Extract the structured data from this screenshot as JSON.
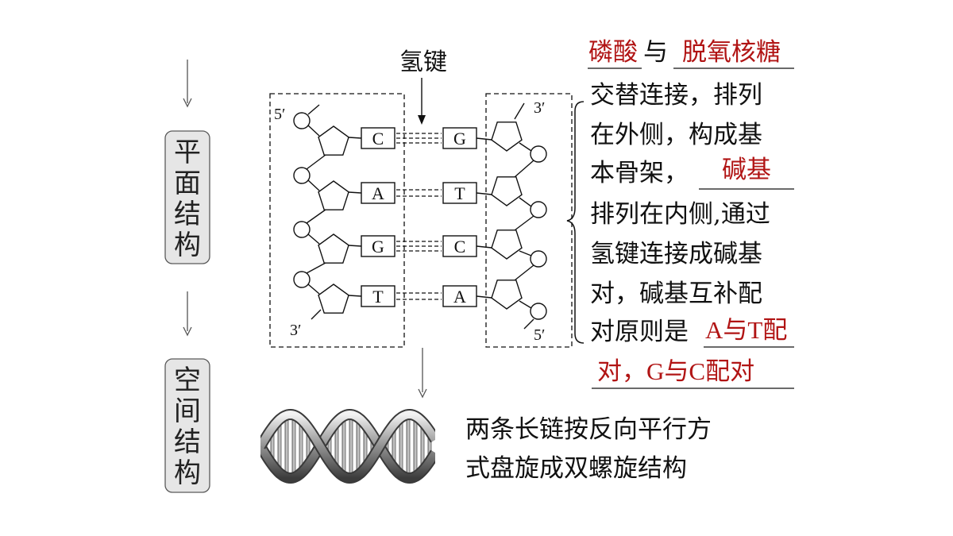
{
  "left_labels": {
    "planar": [
      "平",
      "面",
      "结",
      "构"
    ],
    "spatial": [
      "空",
      "间",
      "结",
      "构"
    ]
  },
  "hbond_label": "氢键",
  "strand_ends": {
    "left_top": "5′",
    "left_bottom": "3′",
    "right_top": "3′",
    "right_bottom": "5′"
  },
  "base_pairs": [
    {
      "left": "C",
      "right": "G",
      "bonds": 3
    },
    {
      "left": "A",
      "right": "T",
      "bonds": 2
    },
    {
      "left": "G",
      "right": "C",
      "bonds": 3
    },
    {
      "left": "T",
      "right": "A",
      "bonds": 2
    }
  ],
  "description": {
    "blank_phosphate": "磷酸",
    "connector": "与",
    "blank_sugar": "脱氧核糖",
    "line2": "交替连接，排列",
    "line3": "在外侧，构成基",
    "line4": "本骨架，",
    "blank_base": "碱基",
    "line5": "排列在内侧,通过",
    "line6": "氢键连接成碱基",
    "line7": "对，碱基互补配",
    "line8_prefix": "对原则是",
    "blank_rule_part1": "A与T配",
    "blank_rule_part2": "对，G与C配对"
  },
  "spatial_description": {
    "line1": "两条长链按反向平行方",
    "line2": "式盘旋成双螺旋结构"
  },
  "colors": {
    "answer_red": "#b11414",
    "box_fill": "#e6e6e6",
    "box_stroke": "#5a5a5a"
  }
}
